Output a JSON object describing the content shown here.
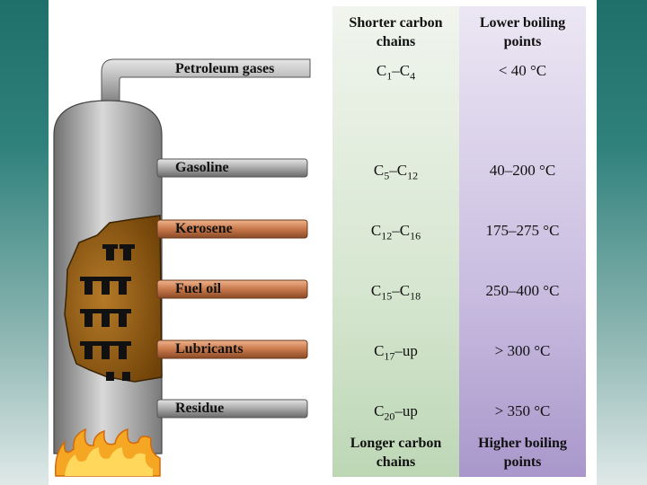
{
  "columns": {
    "carbon_top": "Shorter carbon chains",
    "boiling_top": "Lower boiling points",
    "carbon_bottom": "Longer carbon chains",
    "boiling_bottom": "Higher boiling points"
  },
  "fractions": [
    {
      "name": "Petroleum gases",
      "c_a": "1",
      "c_b": "4",
      "c_suffix": "",
      "bp": "< 40 °C"
    },
    {
      "name": "Gasoline",
      "c_a": "5",
      "c_b": "12",
      "c_suffix": "",
      "bp": "40–200 °C"
    },
    {
      "name": "Kerosene",
      "c_a": "12",
      "c_b": "16",
      "c_suffix": "",
      "bp": "175–275 °C"
    },
    {
      "name": "Fuel oil",
      "c_a": "15",
      "c_b": "18",
      "c_suffix": "",
      "bp": "250–400 °C"
    },
    {
      "name": "Lubricants",
      "c_a": "17",
      "c_b": "",
      "c_suffix": "–up",
      "bp": "> 300 °C"
    },
    {
      "name": "Residue",
      "c_a": "20",
      "c_b": "",
      "c_suffix": "–up",
      "bp": "> 350 °C"
    }
  ],
  "colors": {
    "steel": "#9a9a9a",
    "copper": "#c8784a",
    "oil": "#8a5a14",
    "flame": "#f5a623",
    "green_column": "#d6e6d0",
    "purple_column": "#c9bde0"
  },
  "icons": [
    "distillation-tower",
    "flame",
    "bubble-cap"
  ]
}
